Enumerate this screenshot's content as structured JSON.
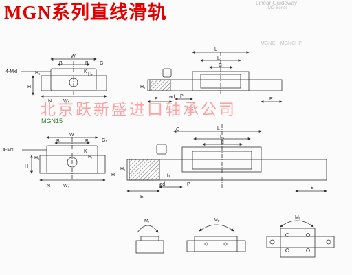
{
  "title": "MGN系列直线滑轨",
  "watermark": "北京跃新盛进口轴承公司",
  "series_label": "MGN15",
  "faded_header": {
    "line1": "Linear Guideway",
    "line2": "MG Series"
  },
  "faded_subheader": "MGNCH-MGNCHP",
  "top_section": {
    "front_labels": {
      "mounting_holes": "4-Mxl",
      "w": "W",
      "b": "B",
      "b1": "B₁",
      "g1": "G₁",
      "h": "H",
      "h1": "H₁",
      "k": "K",
      "n": "N",
      "wr": "Wᵣ",
      "hr": "Hᵣ"
    },
    "side_labels": {
      "l": "L",
      "l1": "L₁",
      "c": "C",
      "h1": "H₁",
      "d": "ød",
      "e": "E",
      "p": "P"
    }
  },
  "middle_section": {
    "front_labels": {
      "mounting_holes": "4-Mxl",
      "w": "W",
      "b": "B",
      "b1": "B₁",
      "g1": "G₁",
      "h": "H",
      "h1": "H₁",
      "k": "K",
      "n": "N",
      "wr": "Wᵣ",
      "hr": "Hᵣ"
    },
    "side_labels": {
      "g": "G",
      "l": "L",
      "l1": "L₁",
      "c": "C",
      "h1": "H₁",
      "hr": "Hᵣ",
      "d": "ød",
      "h2": "h",
      "e": "E",
      "p": "P"
    }
  },
  "moments": {
    "mr": "Mᵣ",
    "mp": "Mₚ",
    "my": "Mᵧ"
  },
  "colors": {
    "title": "#e00000",
    "watermark": "#ff5c5c",
    "line": "#333333",
    "series_label": "#2f7f2f"
  }
}
